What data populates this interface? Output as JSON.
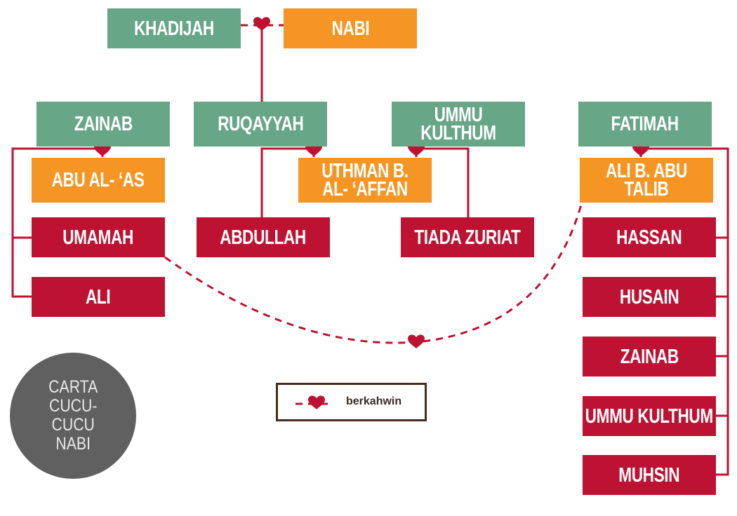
{
  "title": "CARTA\nCUCU-\nCUCU\nNABI",
  "parents": {
    "mother": "KHADIJAH",
    "father": "NABI"
  },
  "daughters": [
    "ZAINAB",
    "RUQAYYAH",
    "UMMU KULTHUM",
    "FATIMAH"
  ],
  "husbands": [
    "ABU AL- ‘AS",
    "UTHMAN B. AL- ‘AFFAN",
    "ALI B. ABU TALIB"
  ],
  "grandchildren": {
    "zainab": [
      "UMAMAH",
      "ALI"
    ],
    "ruqayyah": [
      "ABDULLAH"
    ],
    "ummu_kulthum": [
      "TIADA ZURIAT"
    ],
    "fatimah": [
      "HASSAN",
      "HUSAIN",
      "ZAINAB",
      "UMMU KULTHUM",
      "MUHSIN"
    ]
  },
  "legend": {
    "icon": "heart-icon",
    "label": "berkahwin"
  },
  "colors": {
    "daughter": "#67a687",
    "husband": "#f49524",
    "grandchild": "#bd1231",
    "line": "#bd1231",
    "circle": "#606060"
  }
}
